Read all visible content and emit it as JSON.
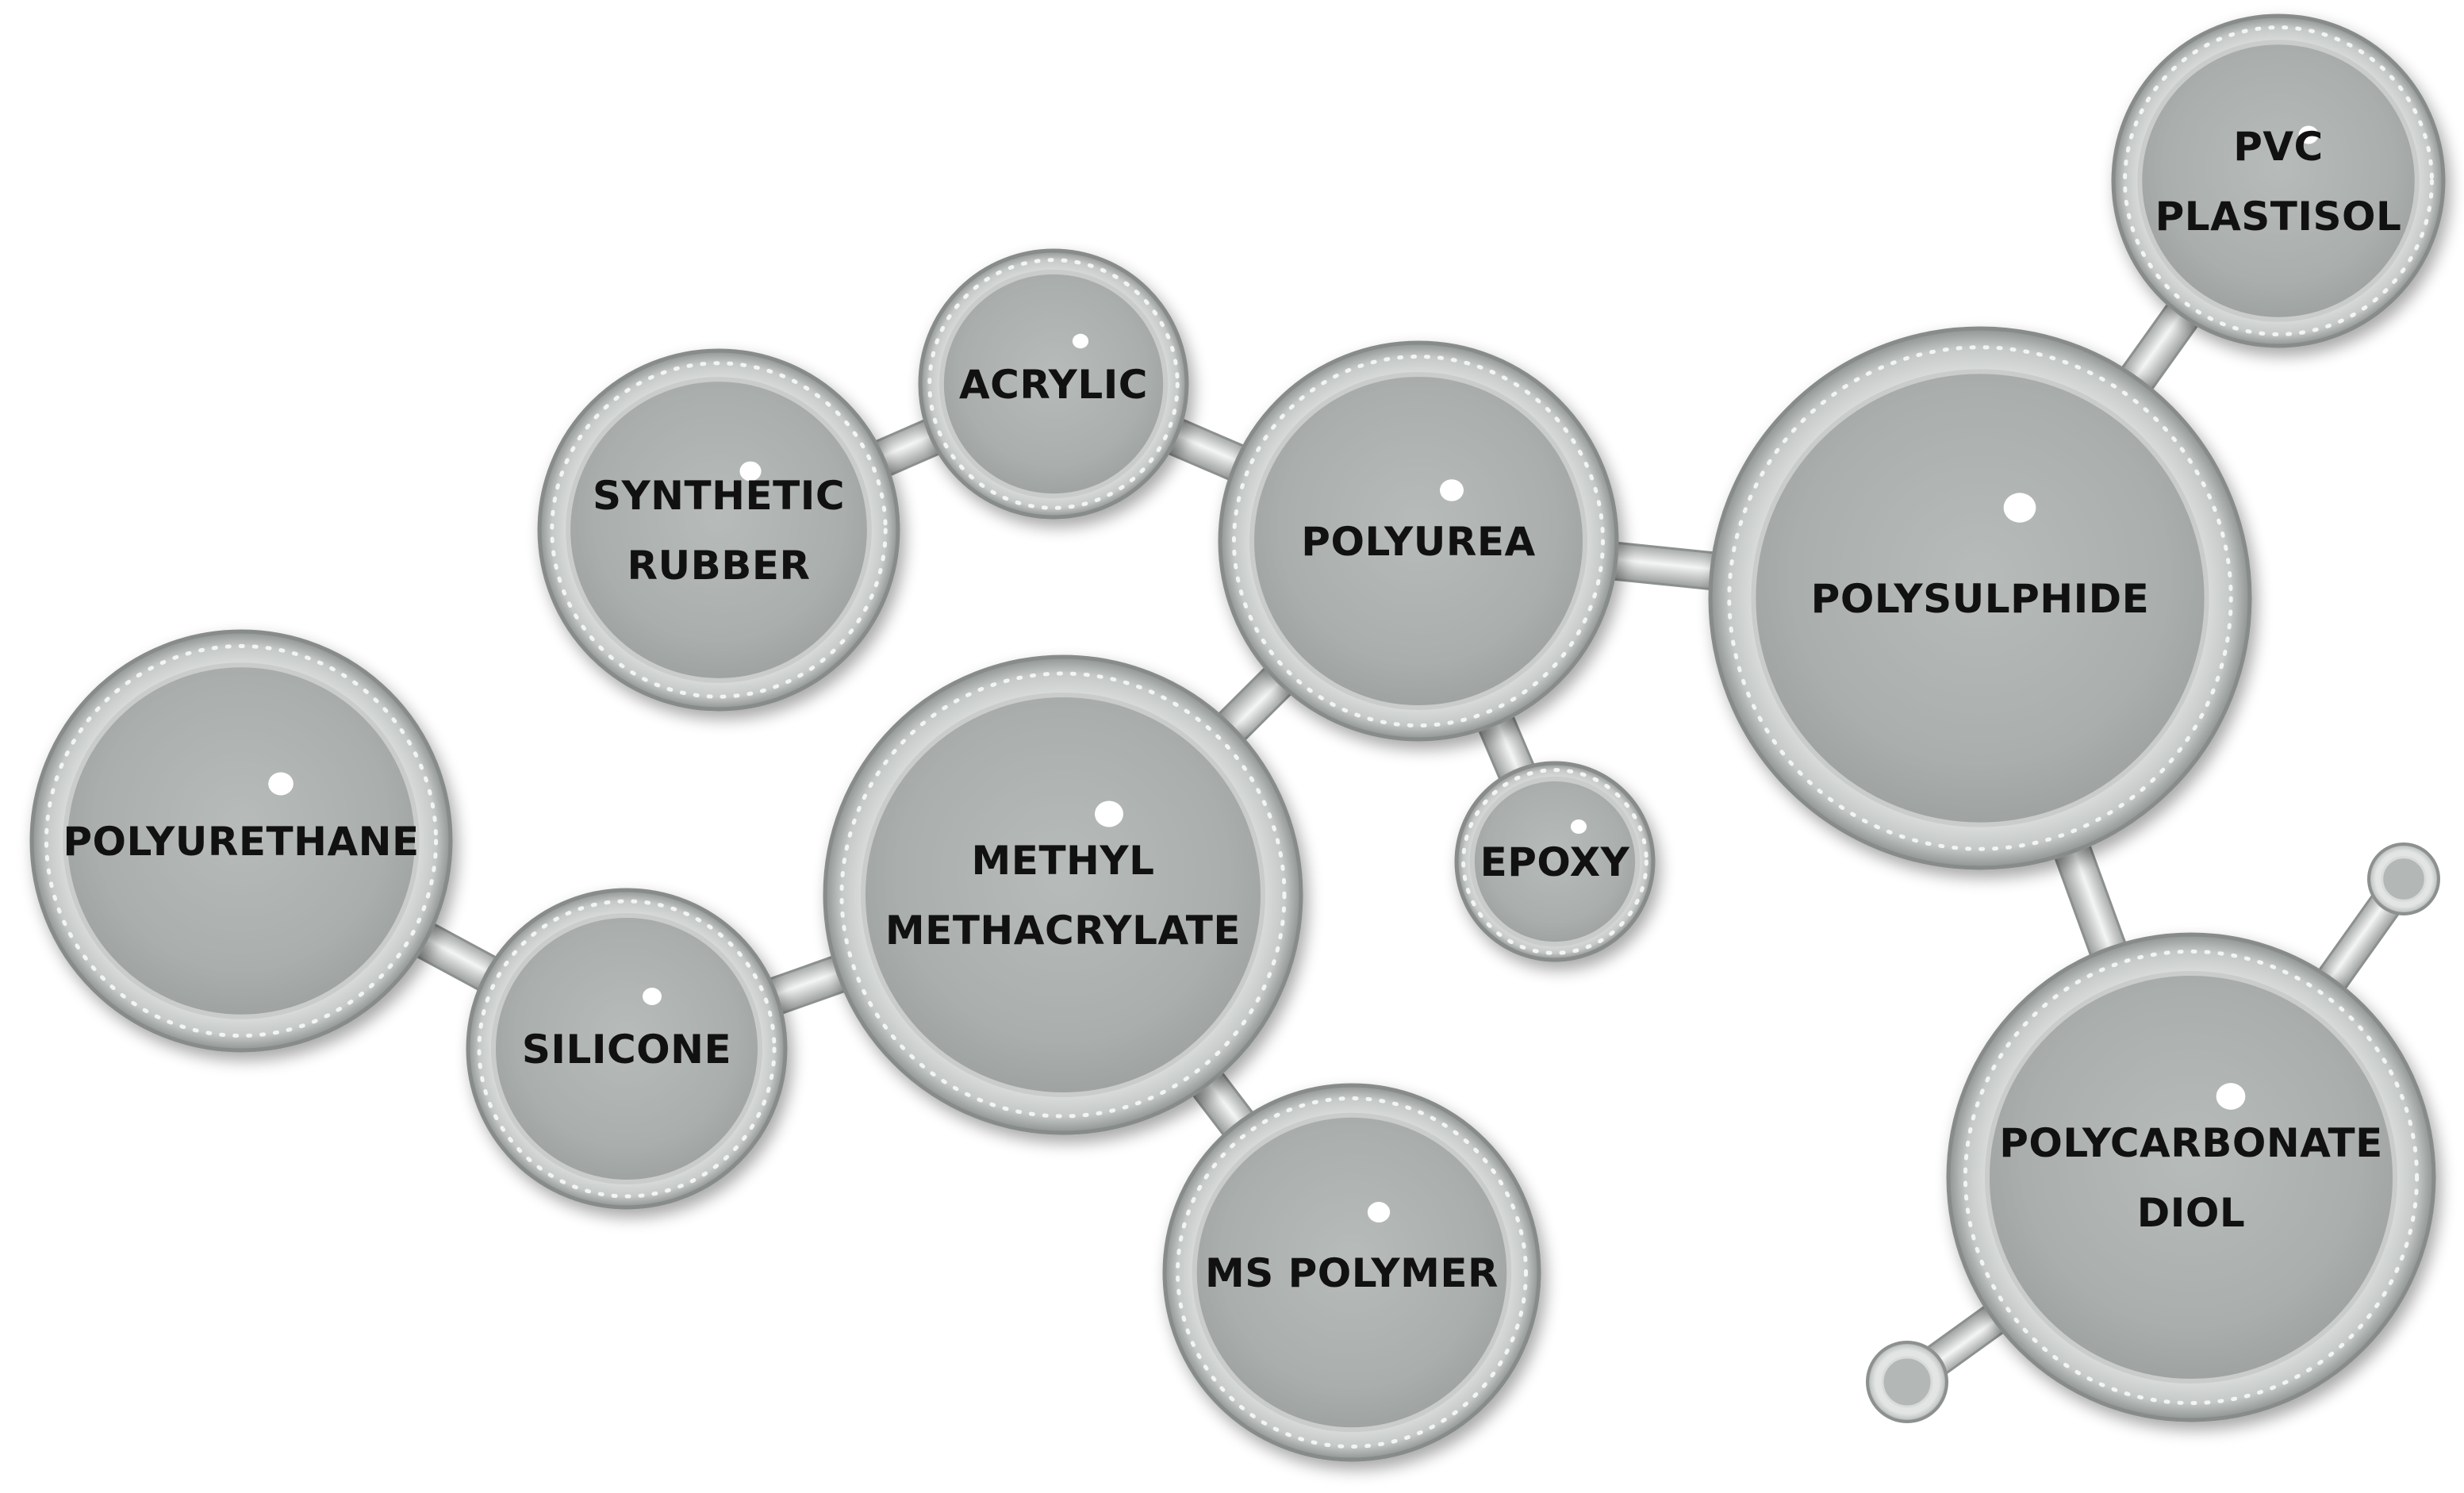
{
  "molecules": [
    {
      "id": "acrylic",
      "lines": [
        "ACRYLIC"
      ]
    },
    {
      "id": "synthetic-rubber",
      "lines": [
        "SYNTHETIC",
        "RUBBER"
      ]
    },
    {
      "id": "polyurea",
      "lines": [
        "POLYUREA"
      ]
    },
    {
      "id": "polysulphide",
      "lines": [
        "POLYSULPHIDE"
      ]
    },
    {
      "id": "pvc-plastisol",
      "lines": [
        "PVC",
        "PLASTISOL"
      ]
    },
    {
      "id": "polyurethane",
      "lines": [
        "POLYURETHANE"
      ]
    },
    {
      "id": "methyl-methacrylate",
      "lines": [
        "METHYL",
        "METHACRYLATE"
      ]
    },
    {
      "id": "epoxy",
      "lines": [
        "EPOXY"
      ]
    },
    {
      "id": "silicone",
      "lines": [
        "SILICONE"
      ]
    },
    {
      "id": "ms-polymer",
      "lines": [
        "MS POLYMER"
      ]
    },
    {
      "id": "polycarbonate-diol",
      "lines": [
        "POLYCARBONATE",
        "DIOL"
      ]
    }
  ],
  "bonds": [
    [
      "synthetic-rubber",
      "acrylic"
    ],
    [
      "acrylic",
      "polyurea"
    ],
    [
      "polyurea",
      "polysulphide"
    ],
    [
      "polysulphide",
      "pvc-plastisol"
    ],
    [
      "polyurea",
      "methyl-methacrylate"
    ],
    [
      "polyurea",
      "epoxy"
    ],
    [
      "polyurethane",
      "silicone"
    ],
    [
      "silicone",
      "methyl-methacrylate"
    ],
    [
      "methyl-methacrylate",
      "ms-polymer"
    ],
    [
      "polysulphide",
      "polycarbonate-diol"
    ]
  ],
  "colors": {
    "sphere_fill": "#aeb2b0",
    "sphere_rim": "#d9dcdb",
    "sphere_edge": "#8c908e",
    "label": "#111111"
  }
}
